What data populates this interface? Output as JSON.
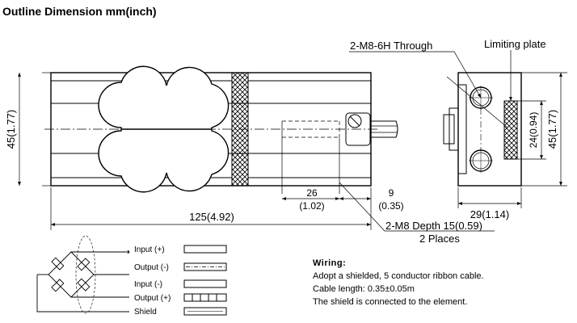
{
  "title": "Outline Dimension mm(inch)",
  "side_view": {
    "height_label": "45(1.77)",
    "length_label": "125(4.92)",
    "dim_26_top": "26",
    "dim_26_bottom": "(1.02)",
    "dim_9_top": "9",
    "dim_9_bottom": "(0.35)"
  },
  "end_view": {
    "width_label": "29(1.14)",
    "inner_height_label": "24(0.94)",
    "outer_height_label": "45(1.77)"
  },
  "callouts": {
    "thread_through": "2-M8-6H Through",
    "limiting_plate": "Limiting plate",
    "depth_line1": "2-M8 Depth 15(0.59)",
    "depth_line2": "2 Places"
  },
  "wiring_diagram": {
    "wires": [
      {
        "label": "Input (+)"
      },
      {
        "label": "Output (-)"
      },
      {
        "label": "Input (-)"
      },
      {
        "label": "Output (+)"
      },
      {
        "label": "Shield"
      }
    ]
  },
  "wiring_notes": {
    "heading": "Wiring:",
    "lines": [
      "Adopt a shielded, 5 conductor ribbon cable.",
      "Cable length: 0.35±0.05m",
      "The shield is connected to the element."
    ]
  }
}
